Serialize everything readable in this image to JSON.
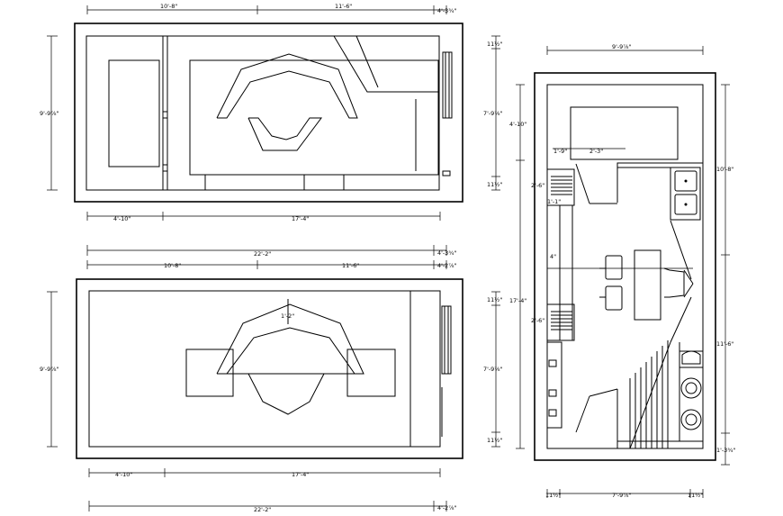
{
  "colors": {
    "ink": "#000000",
    "paper": "#ffffff"
  },
  "icons": [
    "window-icon",
    "sink-icon",
    "stove-icon",
    "stool-icon",
    "toilet-icon",
    "basin-icon",
    "stair-icon"
  ],
  "elevation_top": {
    "dim_top_left": "10'-8\"",
    "dim_top_mid": "11'-6\"",
    "dim_top_right": "4'-3¾\"",
    "dim_side": "9'-9⅞\"",
    "dim_bottom_left": "4'-10\"",
    "dim_bottom_mid": "17'-4\""
  },
  "elevation_bottom": {
    "dim_overall": "22'-2\"",
    "dim_overall_right": "4'-3¾\"",
    "dim_top_left": "10'-8\"",
    "dim_top_mid": "11'-6\"",
    "dim_top_right": "4'-2⅞\"",
    "dim_side": "9'-9⅞\"",
    "dim_center": "1'-2\"",
    "dim_bottom_left": "4'-10\"",
    "dim_bottom_mid": "17'-4\"",
    "dim_bottom_overall": "22'-2\"",
    "dim_bottom_right": "4'-2⅞\""
  },
  "mid_dims": {
    "a": "11½\"",
    "b": "7'-9⅞\"",
    "c": "11½\"",
    "d": "11½\"",
    "e": "7'-9⅞\"",
    "f": "11½\""
  },
  "plan": {
    "dim_top": "9'-9⅞\"",
    "dim_left_a": "4'-10\"",
    "dim_left_b": "17'-4\"",
    "dim_right_a": "10'-8\"",
    "dim_right_b": "11'-6\"",
    "dim_right_c": "1'-3¾\"",
    "dim_inner_1": "1'-9\"",
    "dim_inner_2": "2'-3\"",
    "dim_inner_3": "2'-6\"",
    "dim_inner_4": "2'-6\"",
    "dim_inner_5": "1'-1\"",
    "dim_inner_6": "4\"",
    "dim_bottom_left": "11½\"",
    "dim_bottom_mid": "7'-9⅞\"",
    "dim_bottom_right": "11½\""
  }
}
